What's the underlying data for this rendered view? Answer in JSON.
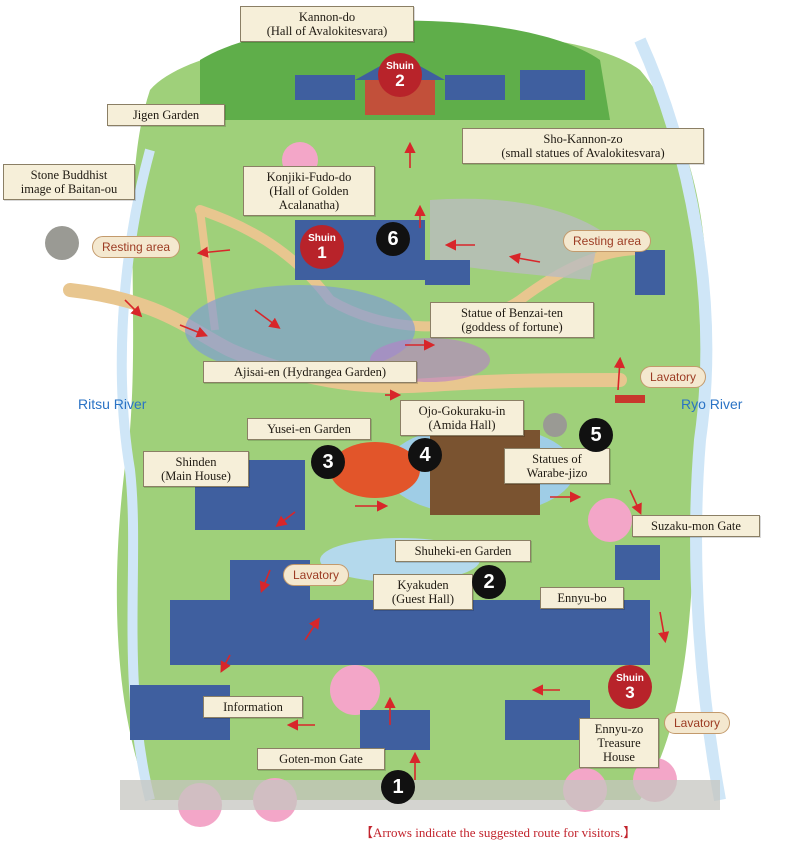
{
  "labels": {
    "kannon_do": "Kannon-do\n(Hall of Avalokitesvara)",
    "jigen_garden": "Jigen Garden",
    "stone_buddhist": "Stone Buddhist\nimage of Baitan-ou",
    "sho_kannon_zo": "Sho-Kannon-zo\n(small statues of Avalokitesvara)",
    "konjiki_fudo_do": "Konjiki-Fudo-do\n(Hall of Golden\nAcalanatha)",
    "benzai_ten": "Statue of Benzai-ten\n(goddess of fortune)",
    "ajisai_en": "Ajisai-en (Hydrangea Garden)",
    "yusei_en": "Yusei-en Garden",
    "ojo_gokuraku_in": "Ojo-Gokuraku-in\n(Amida Hall)",
    "shinden": "Shinden\n(Main House)",
    "warabe_jizo": "Statues of\nWarabe-jizo",
    "suzaku_mon": "Suzaku-mon Gate",
    "shuheki_en": "Shuheki-en Garden",
    "kyakuden": "Kyakuden\n(Guest Hall)",
    "ennyu_bo": "Ennyu-bo",
    "information": "Information",
    "ennyu_zo": "Ennyu-zo\nTreasure\nHouse",
    "goten_mon": "Goten-mon Gate"
  },
  "pills": {
    "resting_left": "Resting area",
    "resting_right": "Resting area",
    "lavatory_right_top": "Lavatory",
    "lavatory_left": "Lavatory",
    "lavatory_bottom": "Lavatory"
  },
  "rivers": {
    "ritsu": "Ritsu River",
    "ryo": "Ryo River"
  },
  "stops": {
    "s1": "1",
    "s2": "2",
    "s3": "3",
    "s4": "4",
    "s5": "5",
    "s6": "6"
  },
  "shuin": {
    "word": "Shuin",
    "s1": "1",
    "s2": "2",
    "s3": "3"
  },
  "footnote": "【Arrows indicate the suggested route for visitors.】",
  "colors": {
    "label_bg": "#f6efd9",
    "route_arrow": "#d8262a",
    "river": "#2a73c5",
    "shuin": "#b8232a",
    "roof": "#3f5f9f",
    "foliage": "#7fbf58",
    "path": "#e8c68f"
  }
}
